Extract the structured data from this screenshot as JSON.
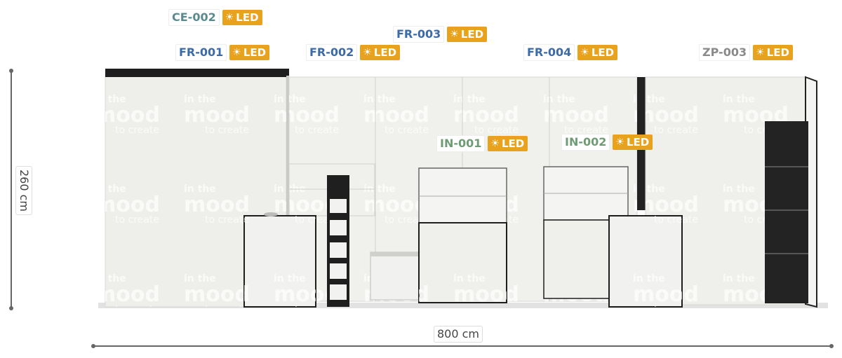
{
  "dimensions": {
    "height_label": "260 cm",
    "width_label": "800 cm"
  },
  "watermark": {
    "line1": "in the",
    "line2": "mood",
    "line3": "to create"
  },
  "led_text": "LED",
  "tags": [
    {
      "id": "ce-002",
      "code": "CE-002",
      "color": "#5b8a8e"
    },
    {
      "id": "fr-001",
      "code": "FR-001",
      "color": "#3d6ba8"
    },
    {
      "id": "fr-002",
      "code": "FR-002",
      "color": "#3d6ba8"
    },
    {
      "id": "fr-003",
      "code": "FR-003",
      "color": "#3d6ba8"
    },
    {
      "id": "fr-004",
      "code": "FR-004",
      "color": "#3d6ba8"
    },
    {
      "id": "zp-003",
      "code": "ZP-003",
      "color": "#8a8a8a"
    },
    {
      "id": "in-001",
      "code": "IN-001",
      "color": "#6f9c74"
    },
    {
      "id": "in-002",
      "code": "IN-002",
      "color": "#6f9c74"
    }
  ],
  "colors": {
    "led_badge": "#e8a21e",
    "wall": "#efefec",
    "frame_dark": "#1e1e1e"
  }
}
